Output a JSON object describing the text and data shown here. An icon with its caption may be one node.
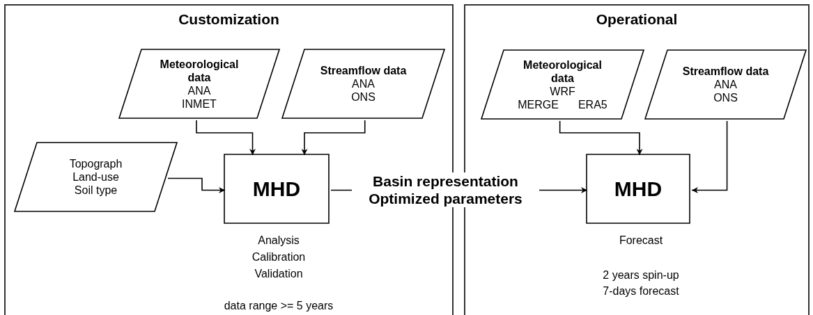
{
  "diagram": {
    "nodes": [
      {
        "text": [
          "Customization"
        ]
      },
      {
        "text": [
          "Meteorological data",
          "ANA",
          "INMET"
        ],
        "in": 0
      },
      {
        "text": [
          "Streamflow data",
          "ANA",
          "ONS"
        ],
        "in": 0
      },
      {
        "text": [
          "Topograph",
          "Land-use",
          "Soil type"
        ],
        "in": 0
      },
      {
        "text": [
          "MHD"
        ],
        "in": 0,
        "beside": [
          "Analysis Calibration Validation",
          "data range >= 5 years"
        ]
      },
      {
        "text": [
          "Operational"
        ]
      },
      {
        "text": [
          "Meteorological data",
          "WRF",
          "MERGE",
          "ERA5"
        ],
        "in": 5
      },
      {
        "text": [
          "Streamflow data",
          "ANA",
          "ONS"
        ],
        "in": 5
      },
      {
        "text": [
          "MHD"
        ],
        "in": 5,
        "beside": [
          "Forecast",
          "2 years spin-up 7-days forecast"
        ]
      }
    ],
    "edges": [
      {
        "from": 1,
        "to": 4,
        "arrow": "to"
      },
      {
        "from": 2,
        "to": 4,
        "arrow": "to"
      },
      {
        "from": 3,
        "to": 4,
        "arrow": "to"
      },
      {
        "from": 4,
        "to": 8,
        "arrow": "to",
        "label": "Basin representation Optimized parameters"
      },
      {
        "from": 6,
        "to": 8,
        "arrow": "to"
      },
      {
        "from": 7,
        "to": 8,
        "arrow": "to"
      }
    ]
  }
}
